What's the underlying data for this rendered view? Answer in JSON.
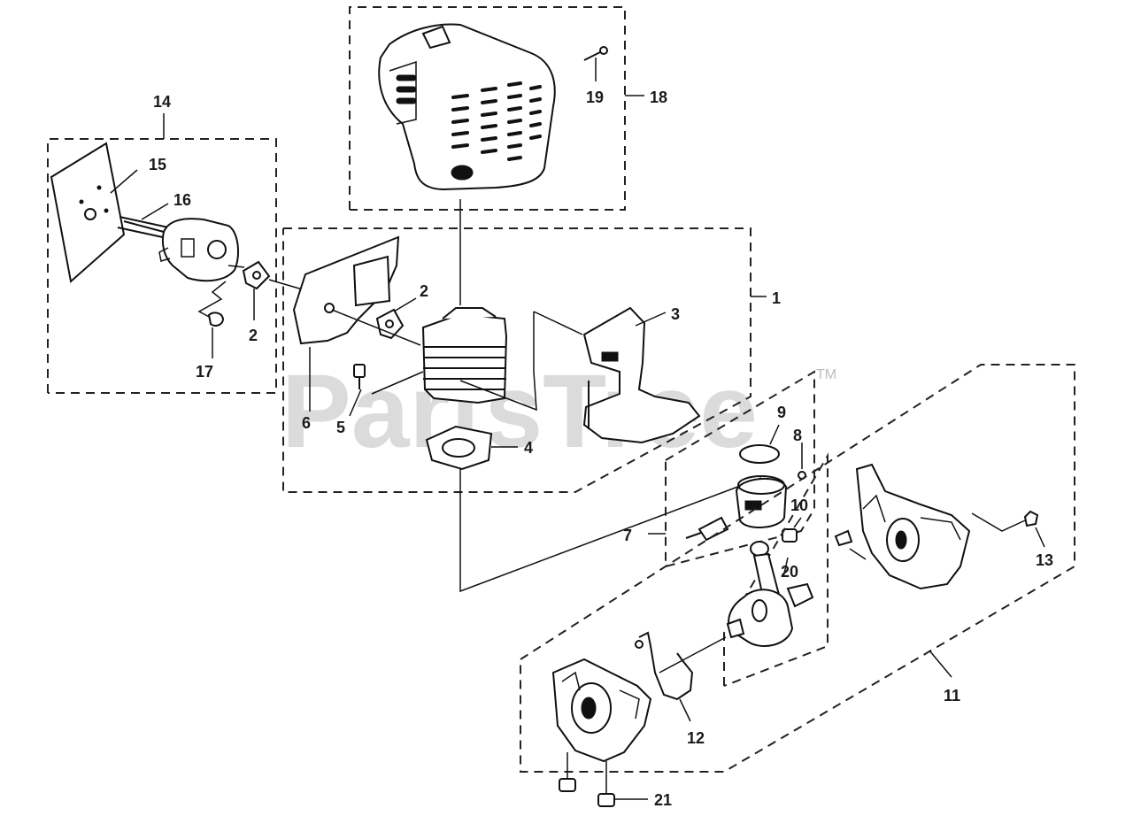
{
  "watermark": {
    "text": "PartsTree",
    "trademark": "TM"
  },
  "callouts": {
    "c1": "1",
    "c2a": "2",
    "c2b": "2",
    "c3": "3",
    "c4": "4",
    "c5": "5",
    "c6": "6",
    "c7": "7",
    "c8": "8",
    "c9": "9",
    "c10": "10",
    "c11": "11",
    "c12": "12",
    "c13": "13",
    "c14": "14",
    "c15": "15",
    "c16": "16",
    "c17": "17",
    "c18": "18",
    "c19": "19",
    "c20": "20",
    "c21": "21"
  }
}
